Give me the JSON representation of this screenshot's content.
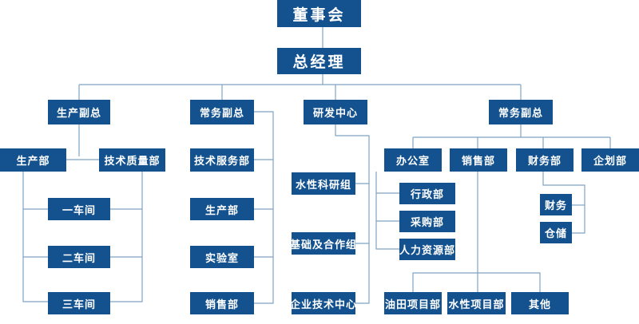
{
  "org_chart": {
    "board": "董事会",
    "ceo": "总经理",
    "production_vp": {
      "title": "生产副总",
      "production_dept": "生产部",
      "quality_dept": "技术质量部",
      "workshops": [
        "一车间",
        "二车间",
        "三车间"
      ]
    },
    "executive_vp_left": {
      "title": "常务副总",
      "units": [
        "技术服务部",
        "生产部",
        "实验室",
        "销售部"
      ]
    },
    "rnd_center": {
      "title": "研发中心",
      "groups": [
        "水性科研组",
        "基础及合作组",
        "企业技术中心"
      ]
    },
    "executive_vp_right": {
      "title": "常务副总",
      "office": {
        "title": "办公室",
        "units": [
          "行政部",
          "采购部",
          "人力资源部"
        ]
      },
      "sales": {
        "title": "销售部",
        "units": [
          "油田项目部",
          "水性项目部",
          "其他"
        ]
      },
      "finance": {
        "title": "财务部",
        "units": [
          "财务",
          "仓储"
        ]
      },
      "planning": "企划部"
    }
  },
  "colors": {
    "box_fill": "#14528f",
    "text": "#ffffff",
    "connector": "#7fa3c4"
  }
}
